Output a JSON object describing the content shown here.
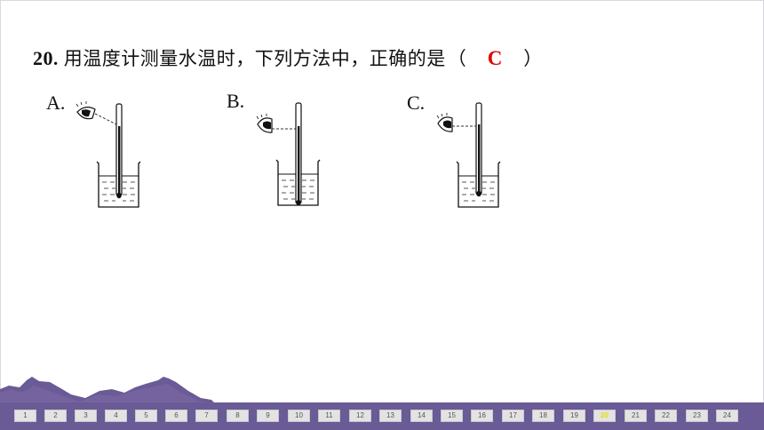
{
  "question": {
    "number": "20",
    "dot": ".",
    "text": "用温度计测量水温时，下列方法中，正确的是",
    "paren_open": "（",
    "answer": "C",
    "paren_close": "）"
  },
  "options": [
    {
      "label": "A."
    },
    {
      "label": "B."
    },
    {
      "label": "C."
    }
  ],
  "colors": {
    "answer": "#e00000",
    "mountain": "#6a5a96",
    "nav_bar": "#6a5a96",
    "active_page": "#e8e000"
  },
  "pagination": {
    "pages": [
      "1",
      "2",
      "3",
      "4",
      "5",
      "6",
      "7",
      "8",
      "9",
      "10",
      "11",
      "12",
      "13",
      "14",
      "15",
      "16",
      "17",
      "18",
      "19",
      "20",
      "21",
      "22",
      "23",
      "24"
    ],
    "current": "20"
  }
}
